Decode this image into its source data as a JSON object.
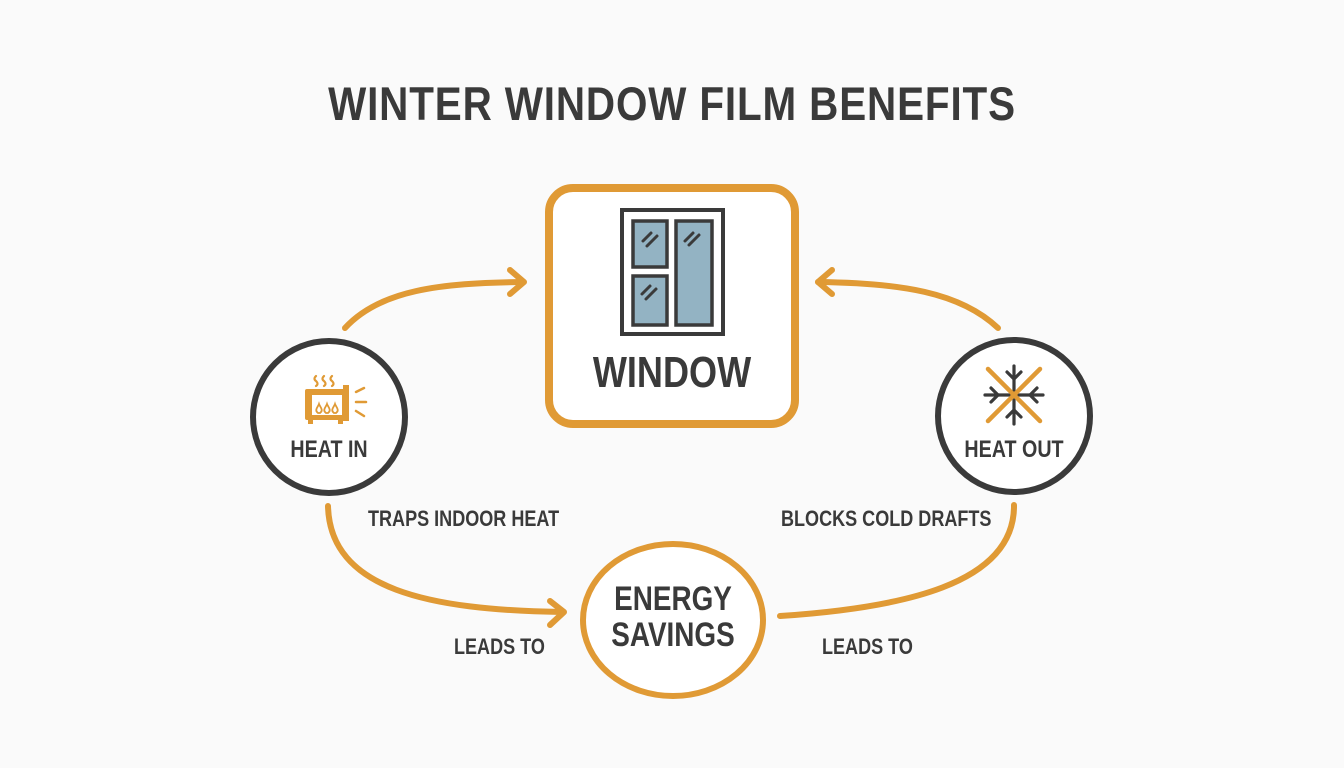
{
  "title": "WINTER WINDOW FILM BENEFITS",
  "colors": {
    "background": "#fafafa",
    "accent": "#e09a35",
    "dark": "#3a3a3a",
    "glass": "#93b3c3"
  },
  "nodes": {
    "window": {
      "label": "WINDOW",
      "icon": "window-icon"
    },
    "heat_in": {
      "label": "HEAT IN",
      "icon": "heater-icon"
    },
    "heat_out": {
      "label": "HEAT OUT",
      "icon": "crossed-snowflake-icon"
    },
    "energy": {
      "line1": "ENERGY",
      "line2": "SAVINGS"
    }
  },
  "edges": {
    "heat_in_to_window": "",
    "heat_out_to_window": "",
    "traps": "TRAPS INDOOR HEAT",
    "blocks": "BLOCKS COLD DRAFTS",
    "leads_left": "LEADS TO",
    "leads_right": "LEADS TO"
  }
}
